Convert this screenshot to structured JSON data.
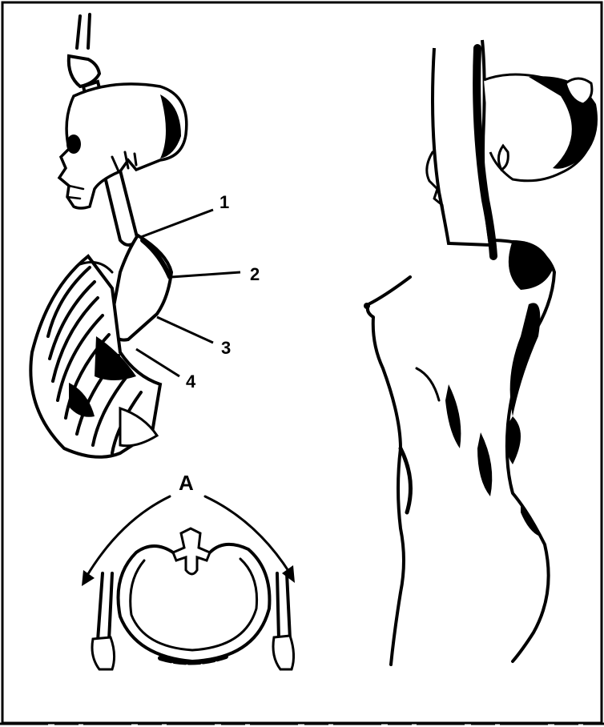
{
  "figure": {
    "labels": {
      "l1": "1",
      "l2": "2",
      "l3": "3",
      "l4": "4",
      "lA": "A"
    }
  }
}
